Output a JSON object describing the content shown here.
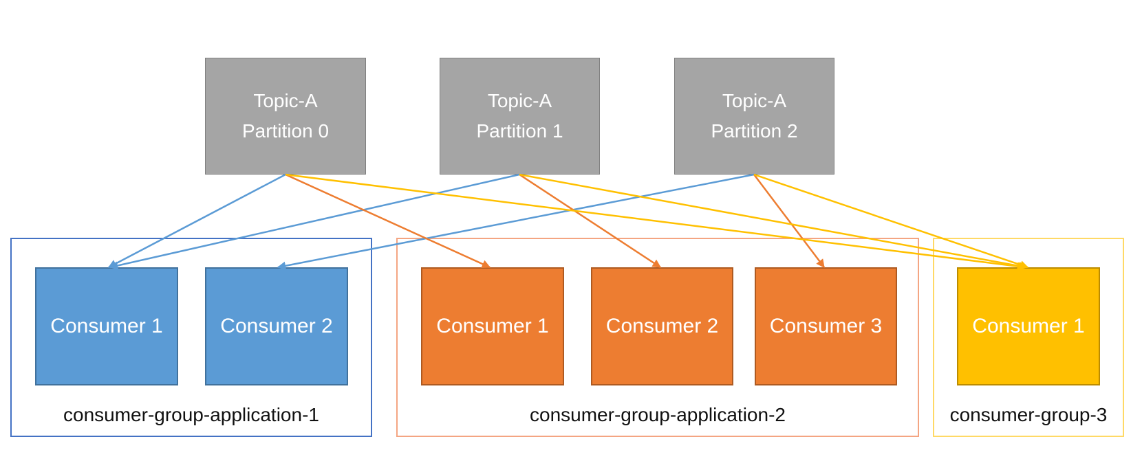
{
  "partitions": [
    {
      "line1": "Topic-A",
      "line2": "Partition 0"
    },
    {
      "line1": "Topic-A",
      "line2": "Partition 1"
    },
    {
      "line1": "Topic-A",
      "line2": "Partition 2"
    }
  ],
  "groups": [
    {
      "label": "consumer-group-application-1",
      "color": "#4472c4",
      "consumers": [
        "Consumer 1",
        "Consumer 2"
      ]
    },
    {
      "label": "consumer-group-application-2",
      "color": "#f4a582",
      "consumers": [
        "Consumer 1",
        "Consumer 2",
        "Consumer 3"
      ]
    },
    {
      "label": "consumer-group-3",
      "color": "#ffd966",
      "consumers": [
        "Consumer 1"
      ]
    }
  ],
  "colors": {
    "partition_fill": "#a5a5a5",
    "blue": "#5b9bd5",
    "orange": "#ed7d31",
    "yellow": "#ffc000"
  }
}
